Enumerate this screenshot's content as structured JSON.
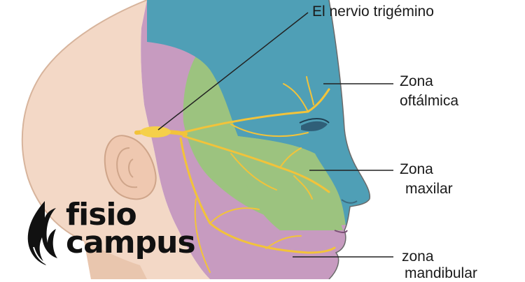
{
  "labels": {
    "trigeminal": "El nervio trigémino",
    "ophthalmic_line1": "Zona",
    "ophthalmic_line2": "oftálmica",
    "maxillary_line1": "Zona",
    "maxillary_line2": "maxilar",
    "mandibular_line1": "zona",
    "mandibular_line2": "mandibular"
  },
  "logo": {
    "line1": "fisio",
    "line2": "campus",
    "icon": "flame-icon"
  },
  "colors": {
    "ophthalmic_zone": "#4f9fb6",
    "maxillary_zone": "#9cc37f",
    "mandibular_zone": "#c79bc0",
    "nerve": "#f2c33a",
    "skin": "#f3d8c6",
    "leader_lines": "#222222"
  }
}
